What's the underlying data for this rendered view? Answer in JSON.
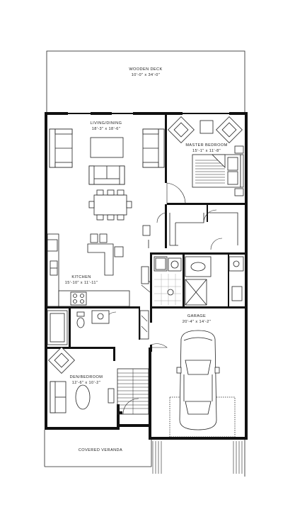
{
  "rooms": {
    "deck": {
      "name": "WOODEN DECK",
      "size": "10'-0\" x 34'-0\""
    },
    "living": {
      "name": "LIVING/DINING",
      "size": "18'-3\" x 18'-6\""
    },
    "master": {
      "name": "MASTER BEDROOM",
      "size": "15'-1\" x 11'-8\""
    },
    "kitchen": {
      "name": "KITCHEN",
      "size": "15'-10\" x 11'-11\""
    },
    "garage": {
      "name": "GARAGE",
      "size": "20'-4\" x 14'-2\""
    },
    "den": {
      "name": "DEN/BEDROOM",
      "size": "12'-6\" x 10'-2\""
    },
    "veranda": {
      "name": "COVERED VERANDA"
    }
  }
}
